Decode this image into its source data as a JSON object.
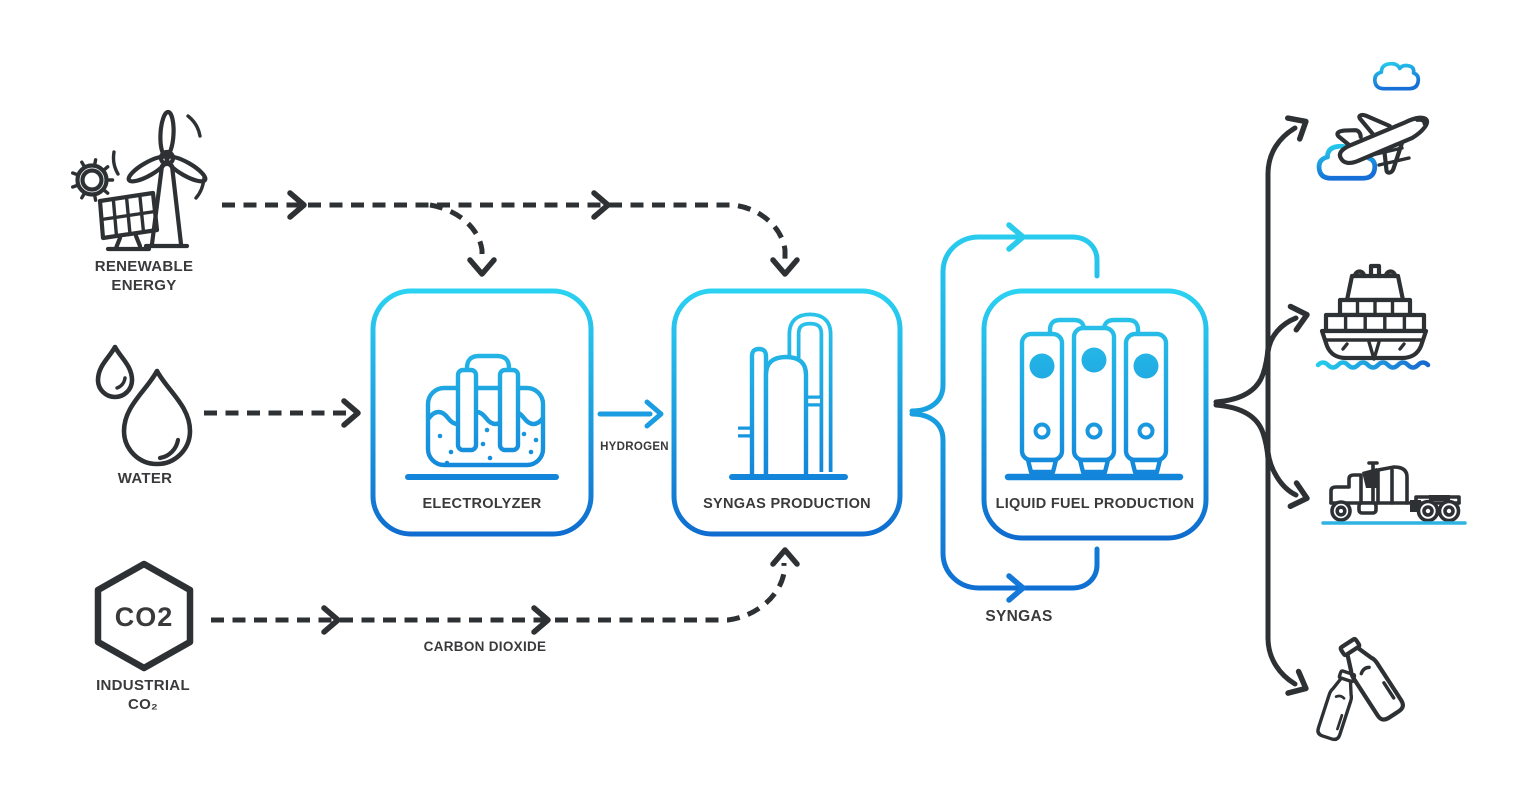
{
  "diagram": {
    "type": "process-flow",
    "inputs": {
      "renewable_energy": {
        "label_line1": "RENEWABLE",
        "label_line2": "ENERGY",
        "icon": "wind-turbine-solar-panel"
      },
      "water": {
        "label": "WATER",
        "icon": "water-drops"
      },
      "industrial_co2": {
        "badge": "CO2",
        "label_line1": "INDUSTRIAL",
        "label_line2": "CO₂",
        "icon": "co2-hexagon"
      }
    },
    "process_boxes": {
      "electrolyzer": {
        "label": "ELECTROLYZER",
        "icon": "electrolysis-cell"
      },
      "syngas_production": {
        "label": "SYNGAS PRODUCTION",
        "icon": "reactor-column"
      },
      "liquid_fuel_production": {
        "label": "LIQUID FUEL PRODUCTION",
        "icon": "fuel-tanks"
      }
    },
    "flow_labels": {
      "hydrogen": "HYDROGEN",
      "carbon_dioxide": "CARBON DIOXIDE",
      "syngas": "SYNGAS"
    },
    "outputs": [
      {
        "id": "aviation",
        "icon": "airplane-with-clouds"
      },
      {
        "id": "shipping",
        "icon": "container-ship"
      },
      {
        "id": "road-freight",
        "icon": "semi-truck"
      },
      {
        "id": "plastics",
        "icon": "plastic-bottles"
      }
    ],
    "colors": {
      "background": "#ffffff",
      "dark": "#2e3134",
      "text": "#3a3a3c",
      "cyan": "#29cbee",
      "blue": "#0f6fd2",
      "icon_blue": "#1392e0"
    }
  }
}
